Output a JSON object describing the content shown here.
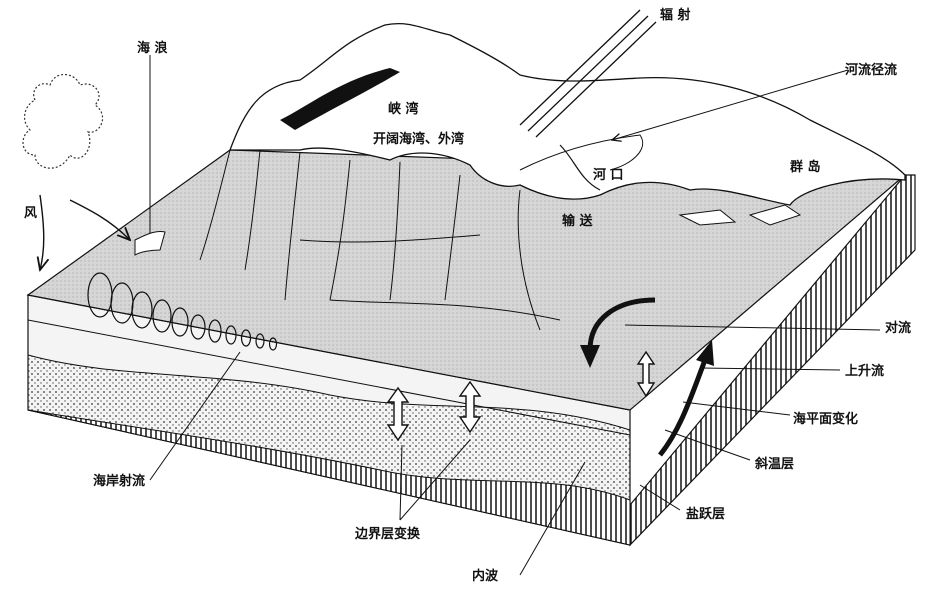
{
  "labels": {
    "radiation": "辐 射",
    "waves": "海 浪",
    "river_runoff": "河流径流",
    "fjord": "峡 湾",
    "open_bay": "开阔海湾、外湾",
    "estuary": "河 口",
    "islands": "群 岛",
    "wind": "风",
    "transport": "输 送",
    "convection": "对流",
    "upwelling": "上升流",
    "sea_level_change": "海平面变化",
    "thermocline": "斜温层",
    "halocline": "盐跃层",
    "coastal_jet": "海岸射流",
    "boundary_layer_exchange": "边界层变换",
    "internal_waves": "内波"
  },
  "colors": {
    "ink": "#111111",
    "sea_surface": "#d9d9d9",
    "water_body": "#ececec",
    "sediment": "#f2f2f2",
    "land": "#ffffff"
  }
}
